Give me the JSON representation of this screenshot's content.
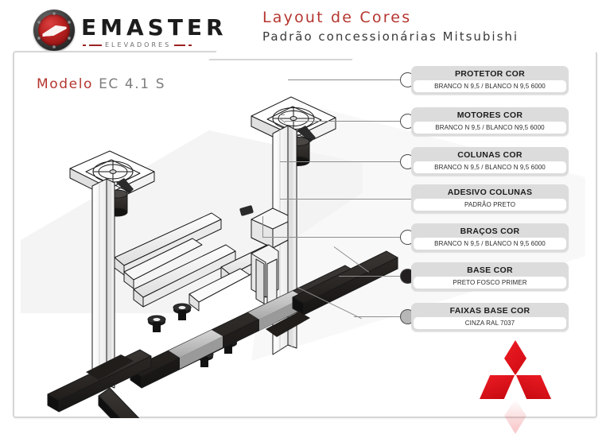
{
  "header": {
    "brand_name": "EMASTER",
    "brand_tagline": "ELEVADORES",
    "title_main": "Layout de Cores",
    "title_sub": "Padrão concessionárias Mitsubishi"
  },
  "model": {
    "prefix": "Modelo",
    "value": "EC 4.1 S"
  },
  "colors": {
    "accent_red": "#b5352f",
    "brand_red": "#b8201f",
    "mitsubishi_red": "#e2000f",
    "label_bg": "#dcdcdc",
    "frame_border": "#d6d6d6"
  },
  "labels": [
    {
      "title": "PROTETOR COR",
      "spec": "BRANCO N 9,5 / BLANCO N 9,5 6000",
      "swatch": "#ffffff",
      "has_swatch": true
    },
    {
      "title": "MOTORES COR",
      "spec": "BRANCO N 9,5 / BLANCO N9,5 6000",
      "swatch": "#ffffff",
      "has_swatch": true
    },
    {
      "title": "COLUNAS COR",
      "spec": "BRANCO N 9,5 / BLANCO N 9,5 6000",
      "swatch": "#ffffff",
      "has_swatch": true
    },
    {
      "title": "ADESIVO COLUNAS",
      "spec": "PADRÃO PRETO",
      "swatch": "",
      "has_swatch": false
    },
    {
      "title": "BRAÇOS COR",
      "spec": "BRANCO N 9,5 / BLANCO N 9,5 6000",
      "swatch": "#ffffff",
      "has_swatch": true
    },
    {
      "title": "BASE COR",
      "spec": "PRETO FOSCO PRIMER",
      "swatch": "#231f20",
      "has_swatch": true
    },
    {
      "title": "FAIXAS BASE  COR",
      "spec": "CINZA RAL 7037",
      "swatch": "#b7b7b7",
      "has_swatch": true
    }
  ],
  "mitsubishi_logo": "three-diamonds"
}
